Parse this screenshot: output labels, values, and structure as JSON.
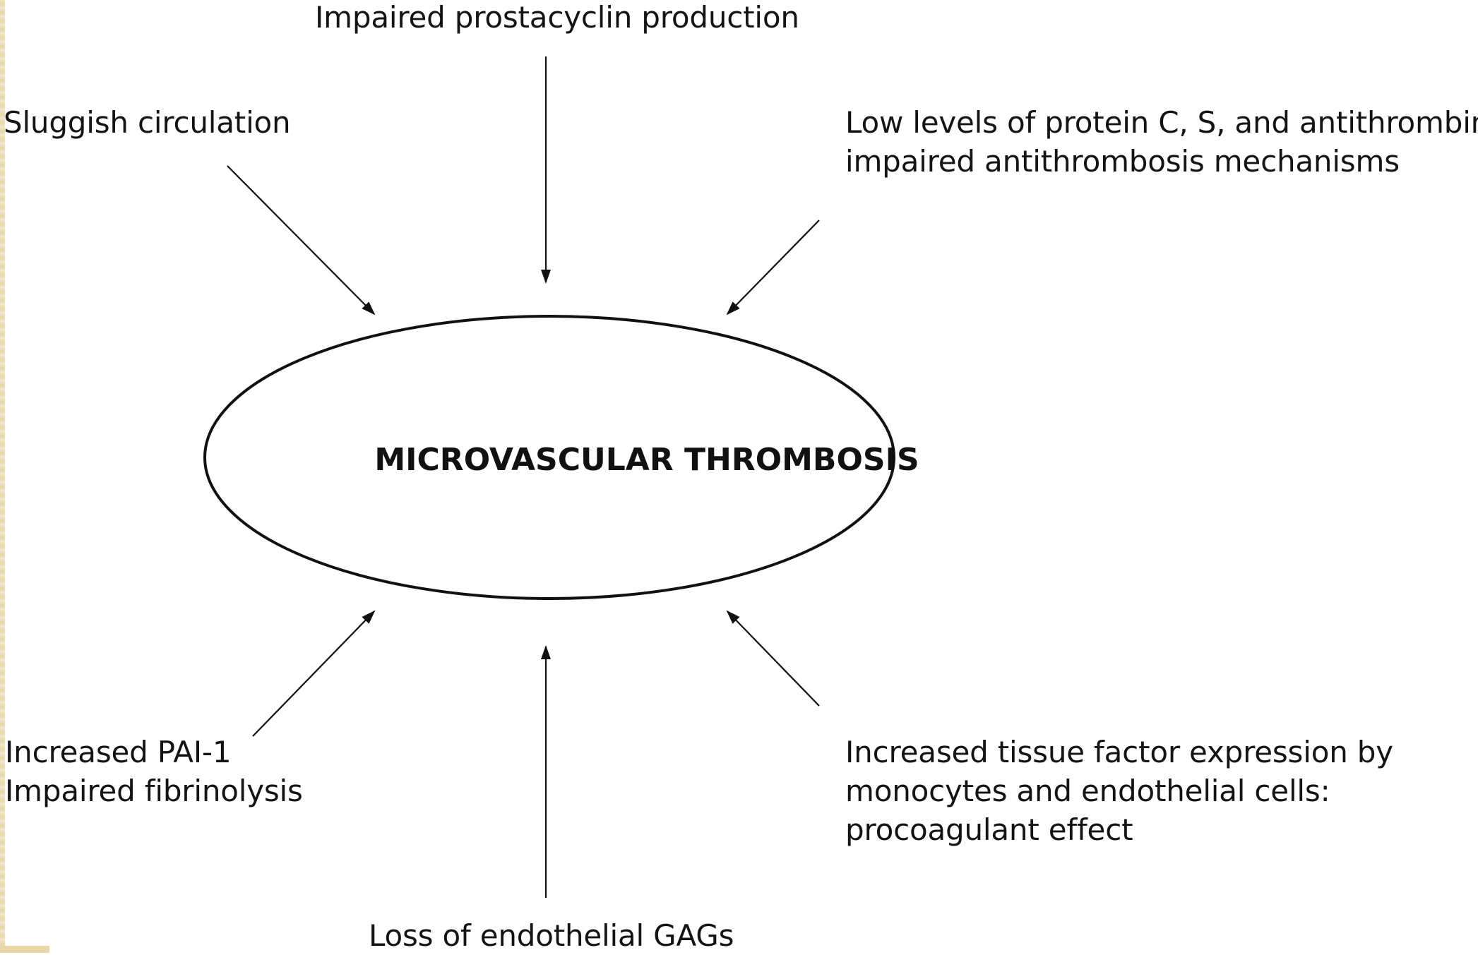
{
  "diagram": {
    "center": "MICROVASCULAR THROMBOSIS",
    "nodes": [
      {
        "id": "prostacyclin",
        "lines": [
          "Impaired prostacyclin production"
        ]
      },
      {
        "id": "sluggish",
        "lines": [
          "Sluggish circulation"
        ]
      },
      {
        "id": "protein-cs",
        "lines": [
          "Low levels of protein C, S, and antithrombin:",
          "impaired antithrombosis mechanisms"
        ]
      },
      {
        "id": "pai1",
        "lines": [
          "Increased PAI-1",
          "Impaired fibrinolysis"
        ]
      },
      {
        "id": "gags",
        "lines": [
          "Loss of endothelial GAGs"
        ]
      },
      {
        "id": "tissue-factor",
        "lines": [
          "Increased tissue factor expression by",
          "monocytes and endothelial cells:",
          "procoagulant effect"
        ]
      }
    ]
  }
}
